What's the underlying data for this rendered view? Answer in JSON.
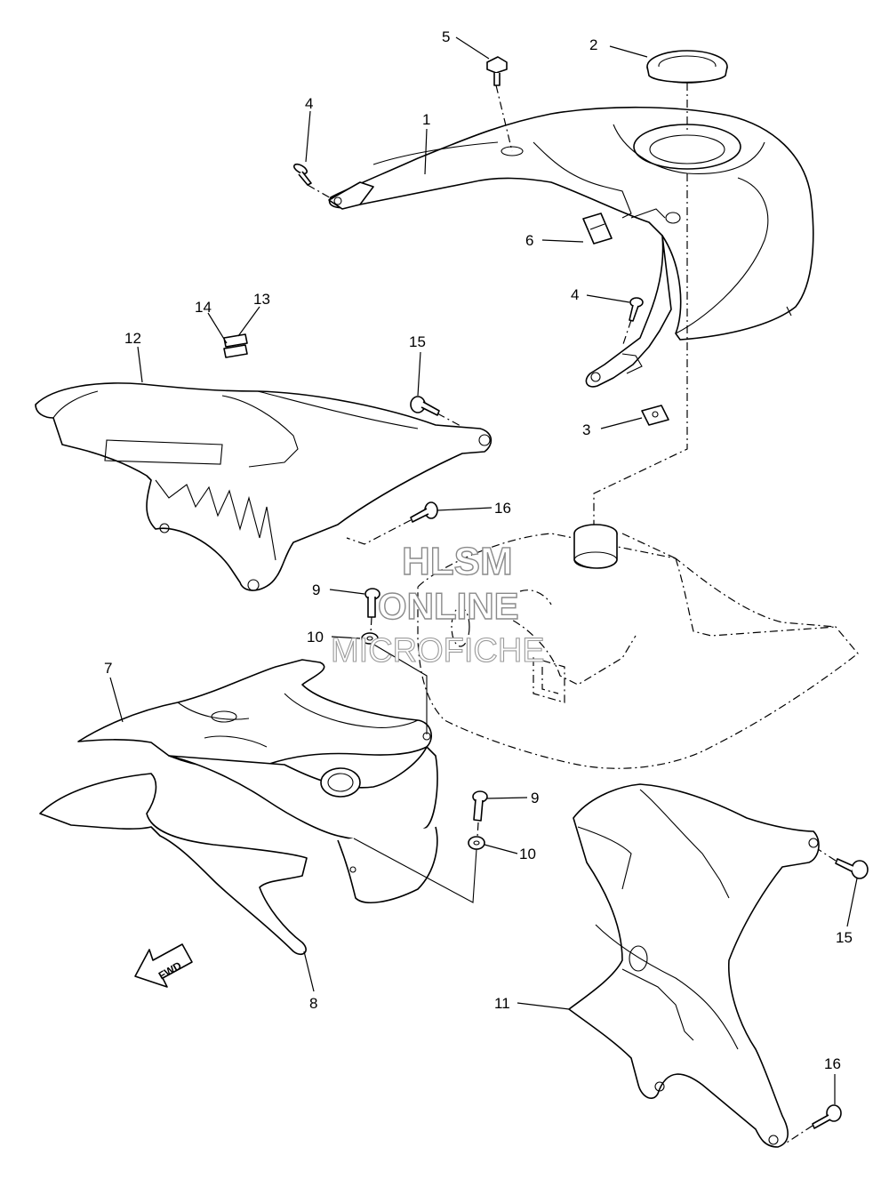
{
  "callouts": [
    {
      "id": "label-1",
      "text": "1"
    },
    {
      "id": "label-2",
      "text": "2"
    },
    {
      "id": "label-3",
      "text": "3"
    },
    {
      "id": "label-4a",
      "text": "4"
    },
    {
      "id": "label-4b",
      "text": "4"
    },
    {
      "id": "label-5",
      "text": "5"
    },
    {
      "id": "label-6",
      "text": "6"
    },
    {
      "id": "label-7",
      "text": "7"
    },
    {
      "id": "label-8",
      "text": "8"
    },
    {
      "id": "label-9a",
      "text": "9"
    },
    {
      "id": "label-9b",
      "text": "9"
    },
    {
      "id": "label-10a",
      "text": "10"
    },
    {
      "id": "label-10b",
      "text": "10"
    },
    {
      "id": "label-11",
      "text": "11"
    },
    {
      "id": "label-12",
      "text": "12"
    },
    {
      "id": "label-13",
      "text": "13"
    },
    {
      "id": "label-14",
      "text": "14"
    },
    {
      "id": "label-15a",
      "text": "15"
    },
    {
      "id": "label-15b",
      "text": "15"
    },
    {
      "id": "label-16a",
      "text": "16"
    },
    {
      "id": "label-16b",
      "text": "16"
    }
  ],
  "watermark": {
    "line1": "HLSM",
    "line2": "ONLINE",
    "line3": "MICROFICHE"
  },
  "direction_arrow": {
    "text": "FWD",
    "icon": "fwd-arrow-icon"
  },
  "colors": {
    "line": "#000000",
    "background": "#ffffff",
    "watermark": "#8a8a8a"
  }
}
